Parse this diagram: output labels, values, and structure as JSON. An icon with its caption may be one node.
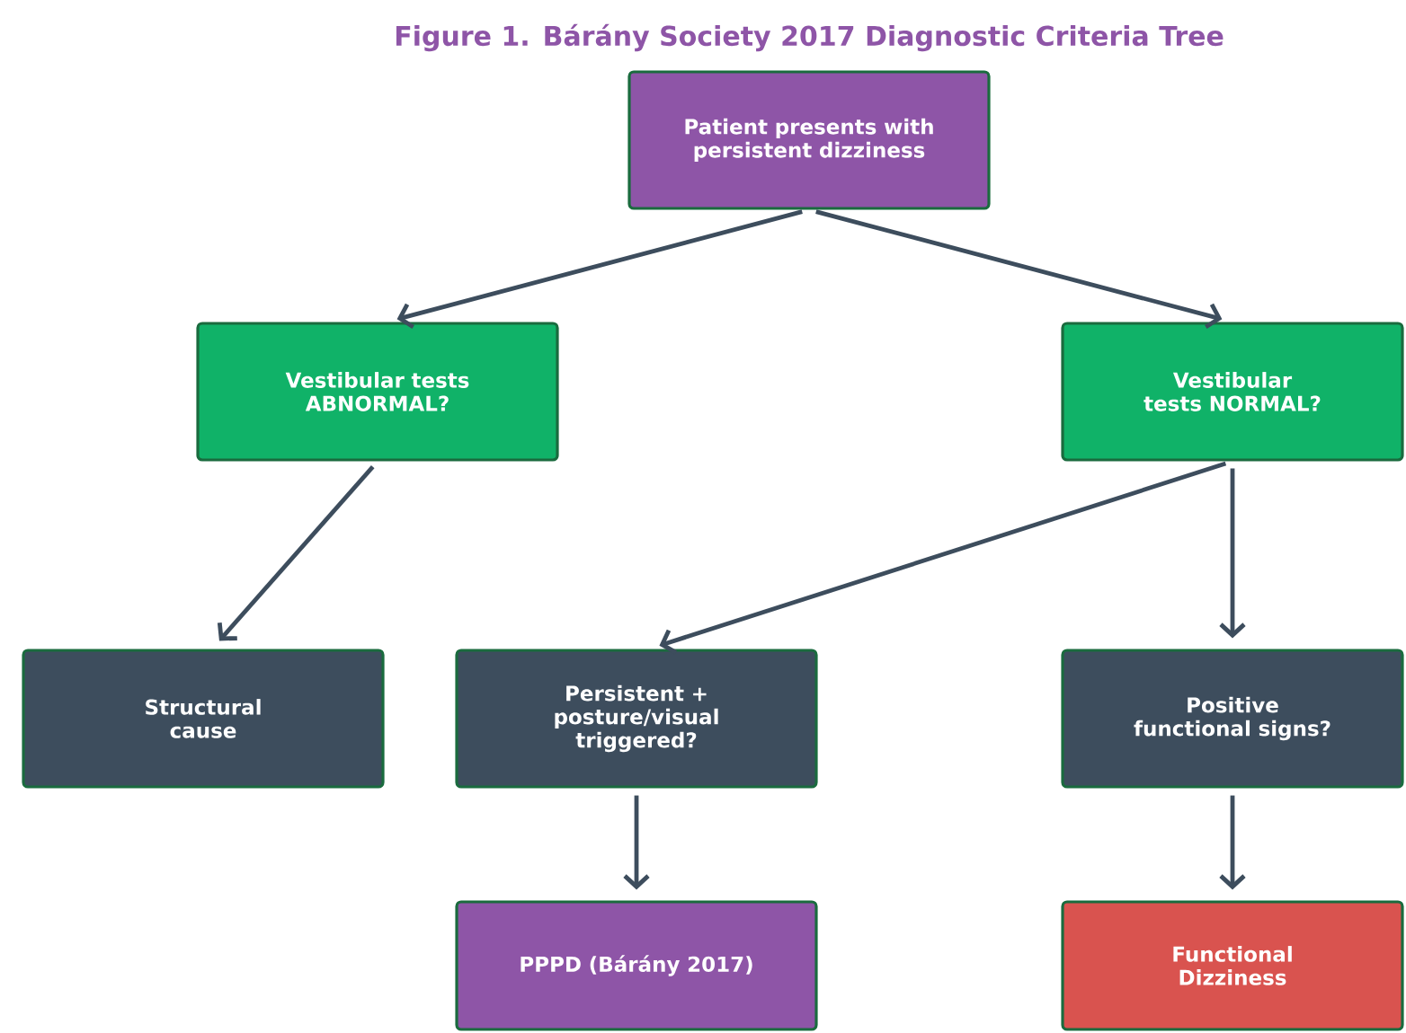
{
  "diagram": {
    "title": "Figure 1. Bárány Society 2017 Diagnostic Criteria Tree",
    "nodes": [
      {
        "text": [
          "Patient presents with persistent dizziness"
        ]
      },
      {
        "text": [
          "Vestibular tests ABNORMAL?"
        ]
      },
      {
        "text": [
          "Vestibular tests NORMAL?"
        ]
      },
      {
        "text": [
          "Structural cause"
        ]
      },
      {
        "text": [
          "Persistent + posture/visual triggered?"
        ]
      },
      {
        "text": [
          "Positive functional signs?"
        ]
      },
      {
        "text": [
          "PPPD (Bárány 2017)"
        ]
      },
      {
        "text": [
          "Functional Dizziness"
        ]
      }
    ],
    "edges": [
      {
        "from": 0,
        "to": 1,
        "arrow": "to"
      },
      {
        "from": 0,
        "to": 2,
        "arrow": "to"
      },
      {
        "from": 1,
        "to": 3,
        "arrow": "to"
      },
      {
        "from": 2,
        "to": 4,
        "arrow": "to"
      },
      {
        "from": 2,
        "to": 5,
        "arrow": "to"
      },
      {
        "from": 4,
        "to": 6,
        "arrow": "to"
      },
      {
        "from": 5,
        "to": 7,
        "arrow": "to"
      }
    ]
  }
}
